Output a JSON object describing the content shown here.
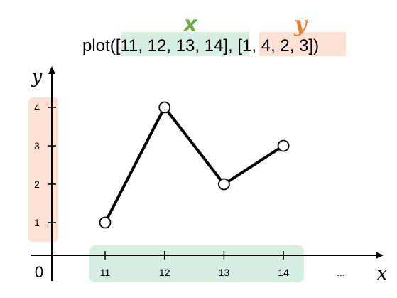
{
  "code": {
    "func_open": "plot(",
    "x_list": "[11, 12, 13, 14]",
    "separator": ", ",
    "y_list": "[1, 4, 2, 3]",
    "func_close": ")"
  },
  "badges": {
    "x_letter": "x",
    "y_letter": "y"
  },
  "colors": {
    "x_highlight": "#d6efe0",
    "y_highlight": "#fbe2d5",
    "x_badge": "#70ad47",
    "y_badge": "#ed7d31",
    "line": "#000000"
  },
  "axes": {
    "origin_label": "0",
    "x_label": "x",
    "y_label": "y",
    "ellipsis": "..."
  },
  "chart_data": {
    "type": "line",
    "x": [
      11,
      12,
      13,
      14
    ],
    "y": [
      1,
      4,
      2,
      3
    ],
    "x_ticks": [
      "11",
      "12",
      "13",
      "14"
    ],
    "y_ticks": [
      "1",
      "2",
      "3",
      "4"
    ],
    "xlabel": "x",
    "ylabel": "y",
    "marker": "open-circle"
  }
}
